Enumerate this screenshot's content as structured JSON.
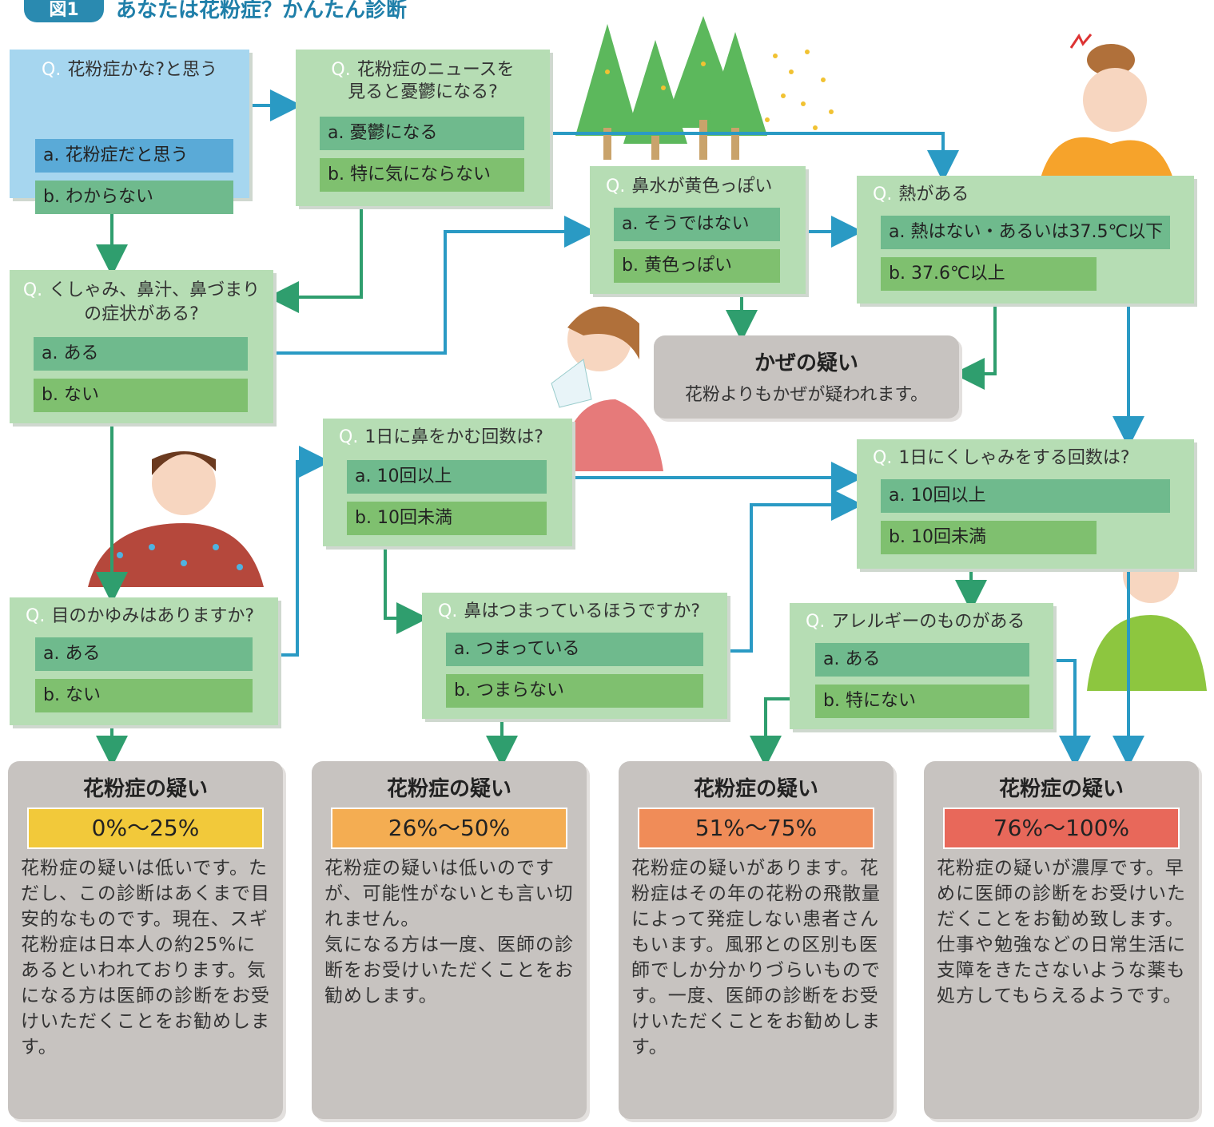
{
  "header": {
    "badge": "図1",
    "title": "あなたは花粉症？かんたん診断"
  },
  "q_prefix": "Q.",
  "questions": {
    "q1": {
      "text": "花粉症かな?と思う",
      "a": "a. 花粉症だと思う",
      "b": "b. わからない"
    },
    "q2": {
      "line1": "花粉症のニュースを",
      "line2": "見ると憂鬱になる?",
      "a": "a. 憂鬱になる",
      "b": "b. 特に気にならない"
    },
    "q3": {
      "line1": "くしゃみ、鼻汁、鼻づまり",
      "line2": "の症状がある?",
      "a": "a. ある",
      "b": "b. ない"
    },
    "q4": {
      "text": "鼻水が黄色っぽい",
      "a": "a. そうではない",
      "b": "b. 黄色っぽい"
    },
    "q5": {
      "text": "熱がある",
      "a": "a. 熱はない・あるいは37.5℃以下",
      "b": "b. 37.6℃以上"
    },
    "q6": {
      "text": "1日に鼻をかむ回数は?",
      "a": "a. 10回以上",
      "b": "b. 10回未満"
    },
    "q7": {
      "text": "1日にくしゃみをする回数は?",
      "a": "a. 10回以上",
      "b": "b. 10回未満"
    },
    "q8": {
      "text": "目のかゆみはありますか?",
      "a": "a. ある",
      "b": "b. ない"
    },
    "q9": {
      "text": "鼻はつまっているほうですか?",
      "a": "a. つまっている",
      "b": "b. つまらない"
    },
    "q10": {
      "text": "アレルギーのものがある",
      "a": "a. ある",
      "b": "b. 特にない"
    }
  },
  "cold": {
    "title": "かぜの疑い",
    "body": "花粉よりもかぜが疑われます。"
  },
  "results": [
    {
      "title": "花粉症の疑い",
      "range": "0%～25%",
      "color": "#f2c93a",
      "body": "花粉症の疑いは低いです。ただし、この診断はあくまで目安的なものです。現在、スギ花粉症は日本人の約25%にあるといわれております。気になる方は医師の診断をお受けいただくことをお勧めします。"
    },
    {
      "title": "花粉症の疑い",
      "range": "26%～50%",
      "color": "#f4ad52",
      "body": "花粉症の疑いは低いのですが、可能性がないとも言い切れません。\n気になる方は一度、医師の診断をお受けいただくことをお勧めします。"
    },
    {
      "title": "花粉症の疑い",
      "range": "51%～75%",
      "color": "#f08c58",
      "body": "花粉症の疑いがあります。花粉症はその年の花粉の飛散量によって発症しない患者さんもいます。風邪との区別も医師でしか分かりづらいものです。一度、医師の診断をお受けいただくことをお勧めします。"
    },
    {
      "title": "花粉症の疑い",
      "range": "76%～100%",
      "color": "#e8685a",
      "body": "花粉症の疑いが濃厚です。早めに医師の診断をお受けいただくことをお勧め致します。仕事や勉強などの日常生活に支障をきたさないような薬も処方してもらえるようです。"
    }
  ],
  "colors": {
    "arrow_green": "#2f9e6e",
    "arrow_blue": "#2a9ac4",
    "question_box": "#b6ddb4"
  }
}
